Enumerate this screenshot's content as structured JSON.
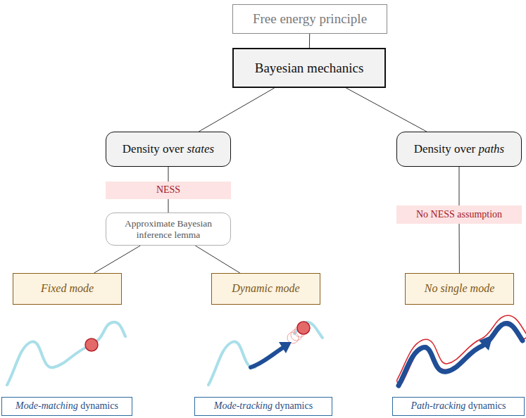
{
  "diagram": {
    "nodes": [
      {
        "text": [
          "Free energy principle"
        ]
      },
      {
        "text": [
          "Bayesian mechanics"
        ]
      },
      {
        "text": [
          "Density over states"
        ]
      },
      {
        "text": [
          "Density over paths"
        ]
      },
      {
        "text": [
          "NESS"
        ]
      },
      {
        "text": [
          "Approximate Bayesian inference lemma"
        ]
      },
      {
        "text": [
          "No NESS assumption"
        ]
      },
      {
        "text": [
          "Fixed mode"
        ]
      },
      {
        "text": [
          "Dynamic mode"
        ]
      },
      {
        "text": [
          "No single mode"
        ]
      },
      {
        "text": [
          "Mode-matching dynamics"
        ]
      },
      {
        "text": [
          "Mode-tracking dynamics"
        ]
      },
      {
        "text": [
          "Path-tracking dynamics"
        ]
      }
    ],
    "edges": [
      {
        "from": 0,
        "to": 1,
        "arrow": "none"
      },
      {
        "from": 1,
        "to": 2,
        "arrow": "none"
      },
      {
        "from": 1,
        "to": 3,
        "arrow": "none"
      },
      {
        "from": 2,
        "to": 4,
        "arrow": "none"
      },
      {
        "from": 4,
        "to": 5,
        "arrow": "none"
      },
      {
        "from": 5,
        "to": 7,
        "arrow": "none"
      },
      {
        "from": 5,
        "to": 8,
        "arrow": "none"
      },
      {
        "from": 3,
        "to": 6,
        "arrow": "none"
      },
      {
        "from": 6,
        "to": 9,
        "arrow": "none"
      }
    ]
  }
}
